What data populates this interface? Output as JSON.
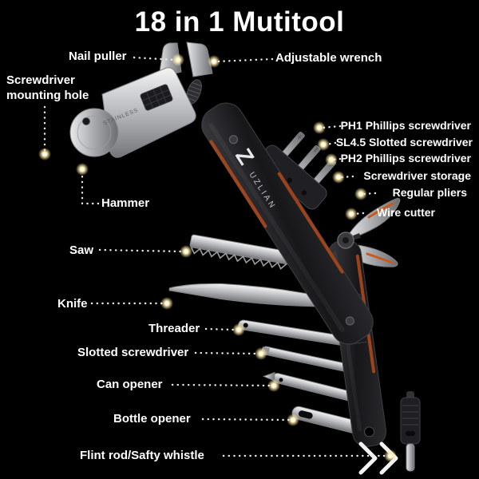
{
  "title": "18 in 1 Mutitool",
  "callouts": {
    "nail_puller": "Nail puller",
    "adjustable_wrench": "Adjustable wrench",
    "screwdriver_mounting_hole": "Screwdriver mounting hole",
    "ph1": "PH1 Phillips screwdriver",
    "sl45": "SL4.5 Slotted screwdriver",
    "ph2": "PH2 Phillips screwdriver",
    "screwdriver_storage": "Screwdriver storage",
    "regular_pliers": "Regular pliers",
    "wire_cutter": "Wire cutter",
    "hammer": "Hammer",
    "saw": "Saw",
    "knife": "Knife",
    "threader": "Threader",
    "slotted_screwdriver": "Slotted screwdriver",
    "can_opener": "Can opener",
    "bottle_opener": "Bottle opener",
    "flint_rod": "Flint rod/Safty whistle"
  },
  "tool_markings": {
    "hammer_head": "STAINLESS",
    "brand_initial": "Z",
    "brand": "UZLIAN"
  },
  "icons": {
    "chevrons": "chevrons-right-icon"
  },
  "colors": {
    "background": "#000000",
    "label_text": "#ffffff",
    "leader_dot_glow": "#ffe9a8",
    "accent_orange": "#b5491a",
    "metal": "#bcbec2"
  }
}
